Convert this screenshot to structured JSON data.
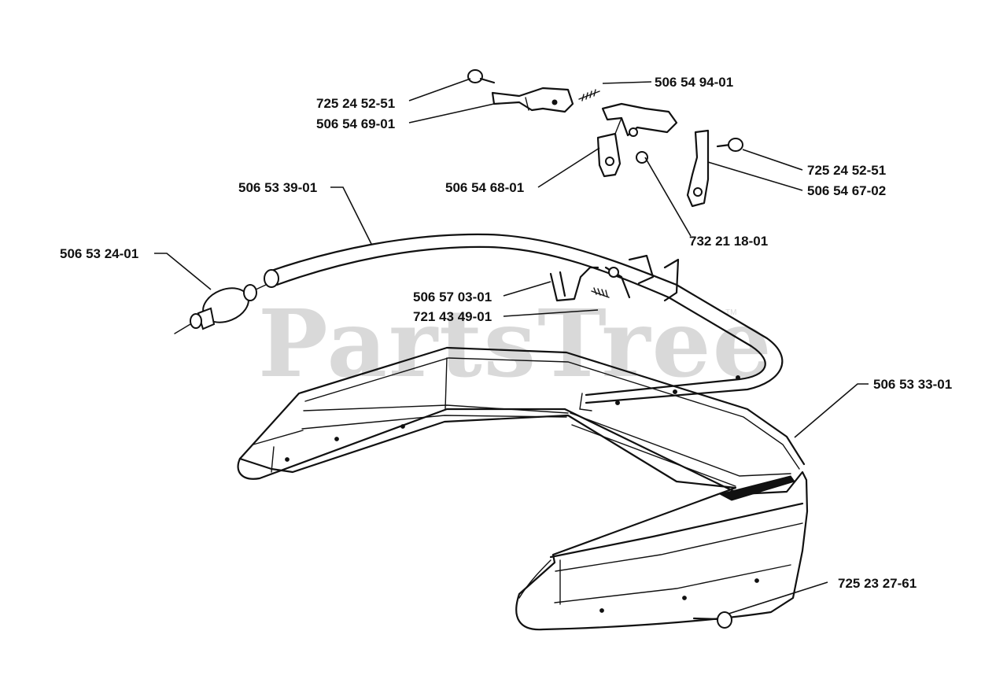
{
  "watermark": {
    "text": "PartsTree",
    "tm": "TM",
    "color": "#d9d9d9"
  },
  "labels": {
    "p1": "506 54 94-01",
    "p2": "725 24 52-51",
    "p3": "506 54 69-01",
    "p4": "725 24 52-51",
    "p5": "506 54 67-02",
    "p6": "506 54 68-01",
    "p7": "506 53 39-01",
    "p8": "732 21 18-01",
    "p9": "506 53 24-01",
    "p10": "506 57 03-01",
    "p11": "721 43 49-01",
    "p12": "506 53 33-01",
    "p13": "725 23 27-61"
  }
}
